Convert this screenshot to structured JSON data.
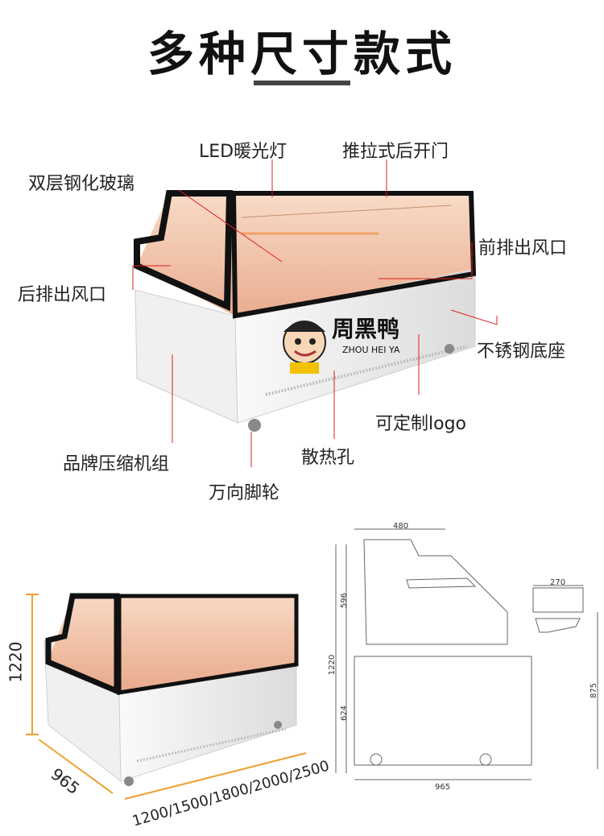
{
  "header": {
    "title": "多种尺寸款式"
  },
  "callouts": {
    "led": "LED暖光灯",
    "sliding_door": "推拉式后开门",
    "glass": "双层钢化玻璃",
    "front_vent": "前排出风口",
    "rear_vent": "后排出风口",
    "base": "不锈钢底座",
    "logo": "可定制logo",
    "compressor": "品牌压缩机组",
    "heat_holes": "散热孔",
    "casters": "万向脚轮"
  },
  "brand": {
    "name": "周黑鸭",
    "pinyin": "ZHOU HEI YA"
  },
  "dimensions": {
    "height_total": "1220",
    "depth": "965",
    "lengths": "1200/1500/1800/2000/2500",
    "drawing_top_width": "480",
    "drawing_upper_height": "596",
    "drawing_total_height": "1220",
    "drawing_lower_height": "624",
    "drawing_side_width": "270",
    "drawing_side_height": "875",
    "drawing_base_width": "965"
  },
  "colors": {
    "cabinet": "#eeeeee",
    "frame": "#111111",
    "glow": "#f4c6a8",
    "dim_line": "#f0a030"
  }
}
